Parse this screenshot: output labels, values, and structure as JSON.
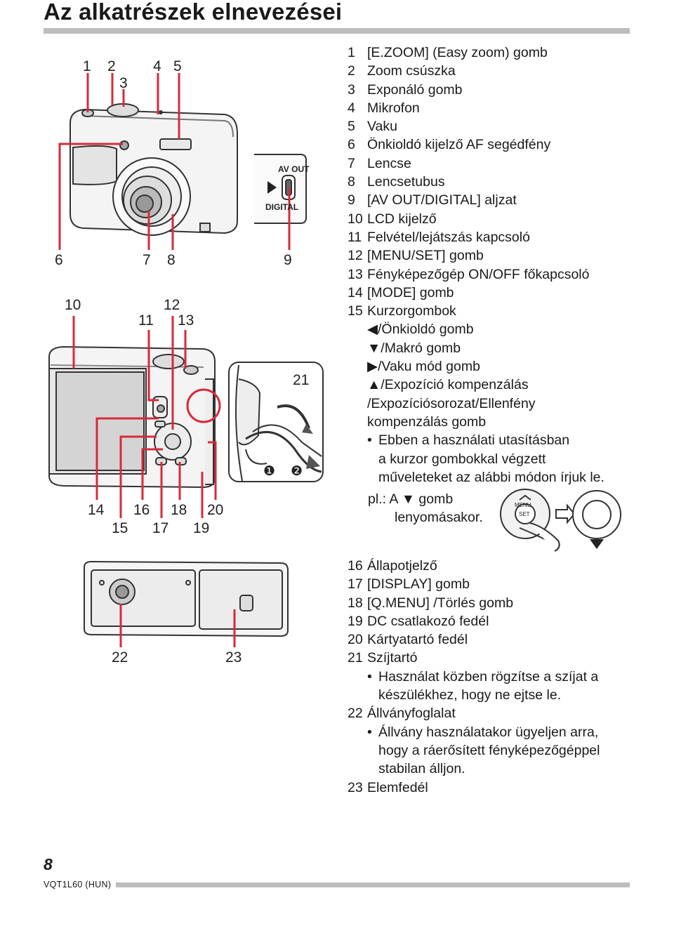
{
  "header": {
    "title": "Az alkatrészek elnevezései"
  },
  "callouts": {
    "c1": "1",
    "c2": "2",
    "c3": "3",
    "c4": "4",
    "c5": "5",
    "c6": "6",
    "c7": "7",
    "c8": "8",
    "c9": "9",
    "c10": "10",
    "c11": "11",
    "c12": "12",
    "c13": "13",
    "c14": "14",
    "c15": "15",
    "c16": "16",
    "c17": "17",
    "c18": "18",
    "c19": "19",
    "c20": "20",
    "c21": "21",
    "c22": "22",
    "c23": "23",
    "s1": "❶",
    "s2": "❷"
  },
  "jack": {
    "top": "AV OUT",
    "bottom": "DIGITAL"
  },
  "dial": {
    "menu": "MENU",
    "set": "SET"
  },
  "parts": [
    {
      "n": "1",
      "t": "[E.ZOOM] (Easy zoom) gomb"
    },
    {
      "n": "2",
      "t": "Zoom csúszka"
    },
    {
      "n": "3",
      "t": "Exponáló gomb"
    },
    {
      "n": "4",
      "t": "Mikrofon"
    },
    {
      "n": "5",
      "t": "Vaku"
    },
    {
      "n": "6",
      "t": "Önkioldó kijelző AF segédfény"
    },
    {
      "n": "7",
      "t": "Lencse"
    },
    {
      "n": "8",
      "t": "Lencsetubus"
    },
    {
      "n": "9",
      "t": "[AV OUT/DIGITAL] aljzat"
    },
    {
      "n": "10",
      "t": "LCD kijelző"
    },
    {
      "n": "11",
      "t": "Felvétel/lejátszás kapcsoló"
    },
    {
      "n": "12",
      "t": "[MENU/SET] gomb"
    },
    {
      "n": "13",
      "t": "Fényképezőgép ON/OFF főkapcsoló"
    },
    {
      "n": "14",
      "t": "[MODE] gomb"
    },
    {
      "n": "15",
      "t": "Kurzorgombok"
    }
  ],
  "cursor": {
    "left": "◀/Önkioldó gomb",
    "down": "▼/Makró gomb",
    "right": "▶/Vaku mód gomb",
    "up": "▲/Expozíció kompenzálás",
    "up2": "/Expozíciósorozat/Ellenfény",
    "up3": "kompenzálás gomb",
    "note1": "Ebben a használati utasításban",
    "note2": "a kurzor gombokkal végzett",
    "note3": "műveleteket az alábbi módon írjuk le.",
    "ex1": "pl.: A ▼ gomb",
    "ex2": "lenyomásakor."
  },
  "parts2": [
    {
      "n": "16",
      "t": "Állapotjelző"
    },
    {
      "n": "17",
      "t": "[DISPLAY] gomb"
    },
    {
      "n": "18",
      "t": "[Q.MENU] /Törlés gomb"
    },
    {
      "n": "19",
      "t": "DC csatlakozó fedél"
    },
    {
      "n": "20",
      "t": "Kártyatartó fedél"
    },
    {
      "n": "21",
      "t": "Szíjtartó"
    }
  ],
  "strap_note": {
    "l1": "Használat közben rögzítse a szíjat a",
    "l2": "készülékhez, hogy ne ejtse le."
  },
  "part22": {
    "n": "22",
    "t": "Állványfoglalat"
  },
  "tripod_note": {
    "l1": "Állvány használatakor ügyeljen arra,",
    "l2": "hogy a ráerősített fényképezőgéppel",
    "l3": "stabilan álljon."
  },
  "part23": {
    "n": "23",
    "t": "Elemfedél"
  },
  "footer": {
    "page": "8",
    "model": "VQT1L60 (HUN)"
  },
  "colors": {
    "callout_line": "#d62b3a",
    "bar": "#bdbdbd"
  },
  "bullet": "•"
}
